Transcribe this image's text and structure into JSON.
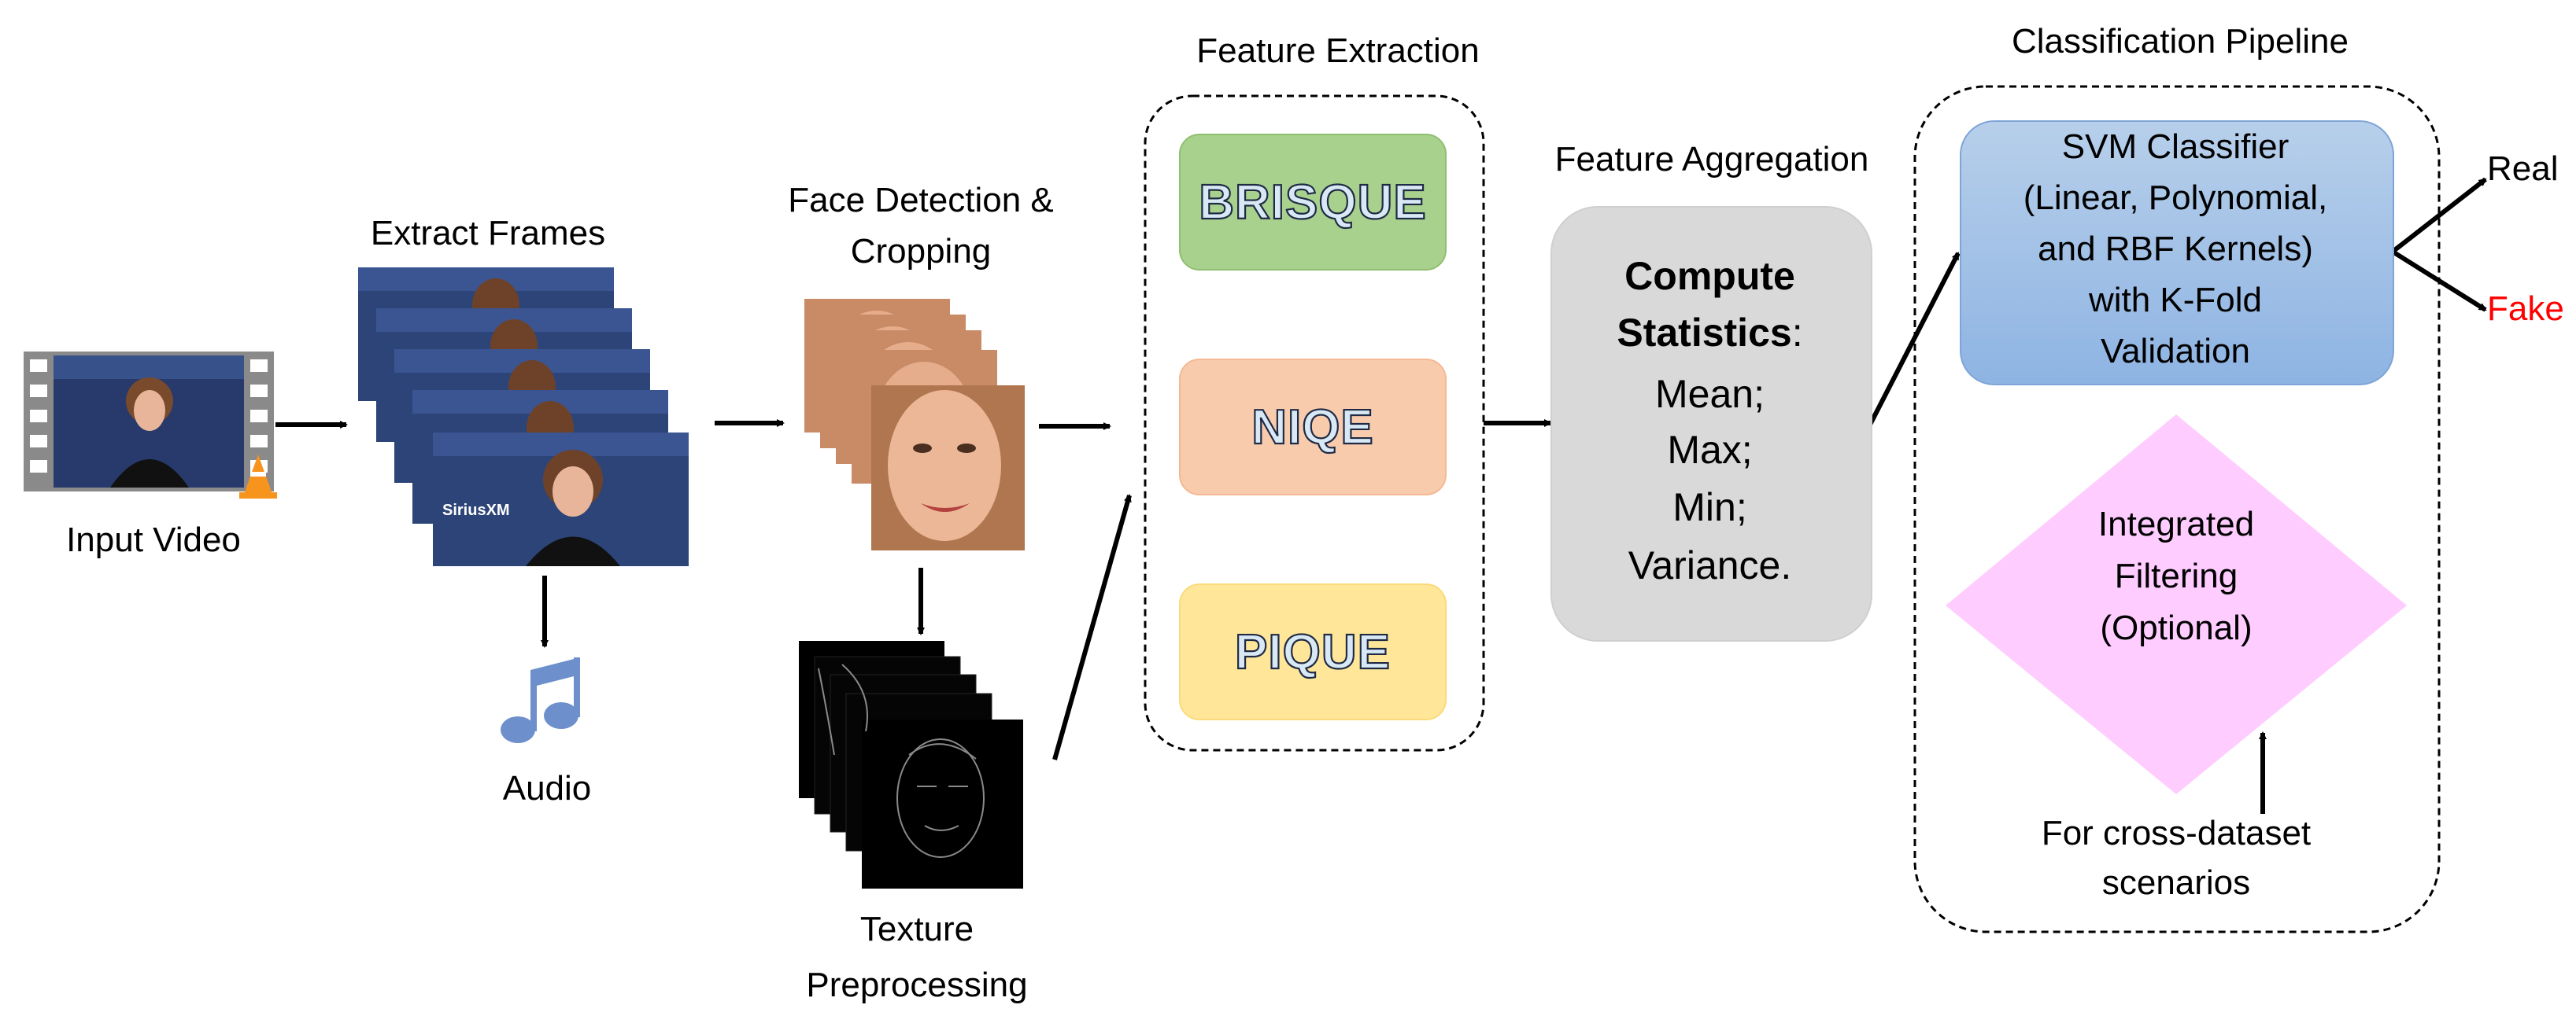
{
  "input_video": {
    "label": "Input Video"
  },
  "extract_frames": {
    "label": "Extract Frames"
  },
  "audio": {
    "label": "Audio"
  },
  "face_detection": {
    "label_line1": "Face Detection &",
    "label_line2": "Cropping"
  },
  "texture": {
    "label_line1": "Texture",
    "label_line2": "Preprocessing"
  },
  "feature_extraction": {
    "title": "Feature Extraction",
    "items": [
      "BRISQUE",
      "NIQE",
      "PIQUE"
    ],
    "colors": [
      "#a9d18e",
      "#f8cbad",
      "#ffe699"
    ]
  },
  "feature_aggregation": {
    "title": "Feature Aggregation",
    "bold_line1": "Compute",
    "bold_line2": "Statistics",
    "colon": ":",
    "stats": [
      "Mean;",
      "Max;",
      "Min;",
      "Variance."
    ]
  },
  "classification": {
    "title": "Classification Pipeline",
    "svm_lines": [
      "SVM Classifier",
      "(Linear, Polynomial,",
      "and RBF Kernels)",
      "with K-Fold",
      "Validation"
    ],
    "filter_lines": [
      "Integrated",
      "Filtering",
      "(Optional)"
    ],
    "note_lines": [
      "For cross-dataset",
      "scenarios"
    ]
  },
  "outputs": {
    "real": "Real",
    "fake": "Fake",
    "fake_color": "#ff0000"
  },
  "icons": [
    "film-strip-icon",
    "vlc-cone-icon",
    "music-note-icon"
  ]
}
